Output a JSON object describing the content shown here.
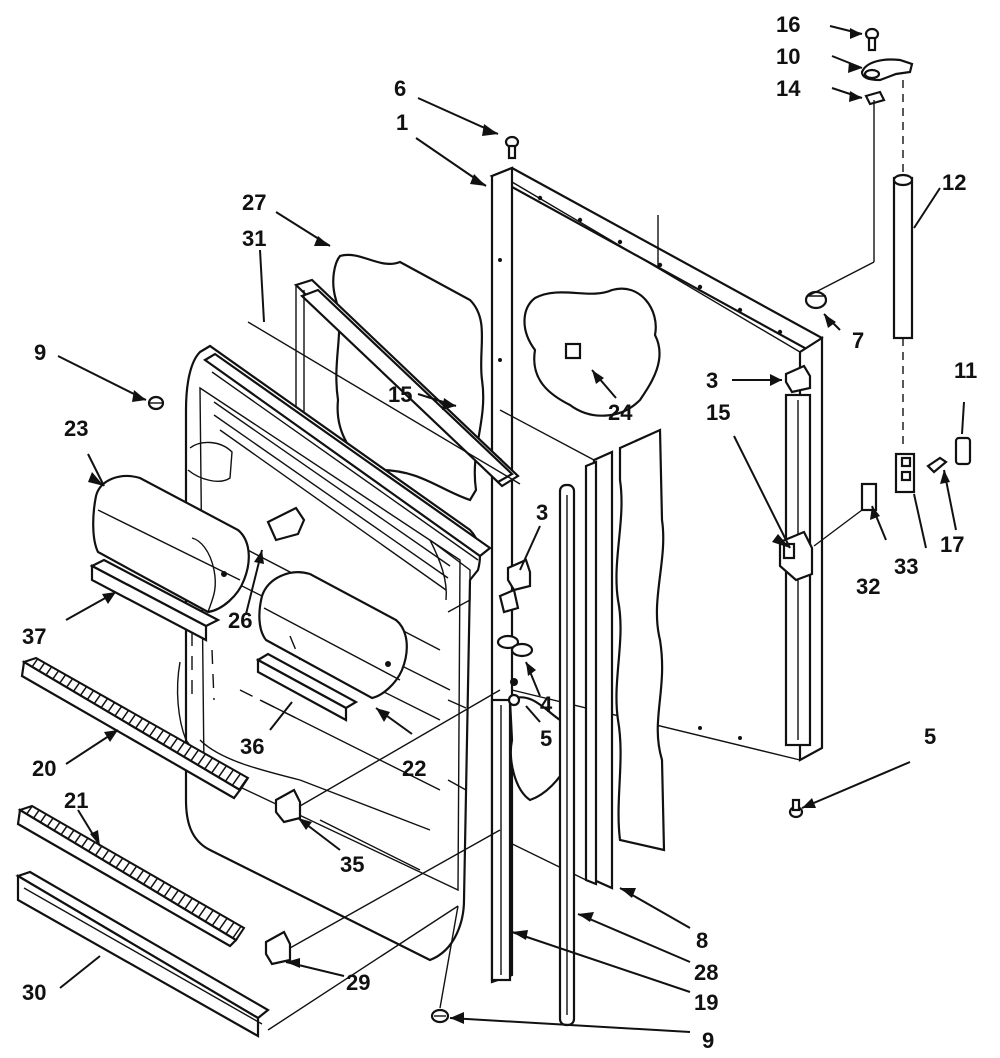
{
  "page_header": "",
  "callouts": {
    "c1": "1",
    "c3a": "3",
    "c3b": "3",
    "c4": "4",
    "c5a": "5",
    "c5b": "5",
    "c6": "6",
    "c7": "7",
    "c8": "8",
    "c9a": "9",
    "c9b": "9",
    "c10": "10",
    "c11": "11",
    "c12": "12",
    "c14": "14",
    "c15a": "15",
    "c15b": "15",
    "c16": "16",
    "c17": "17",
    "c19": "19",
    "c20": "20",
    "c21": "21",
    "c22": "22",
    "c23": "23",
    "c24": "24",
    "c26": "26",
    "c27": "27",
    "c28": "28",
    "c29": "29",
    "c30": "30",
    "c31": "31",
    "c32": "32",
    "c33": "33",
    "c35": "35",
    "c36": "36",
    "c37": "37"
  }
}
